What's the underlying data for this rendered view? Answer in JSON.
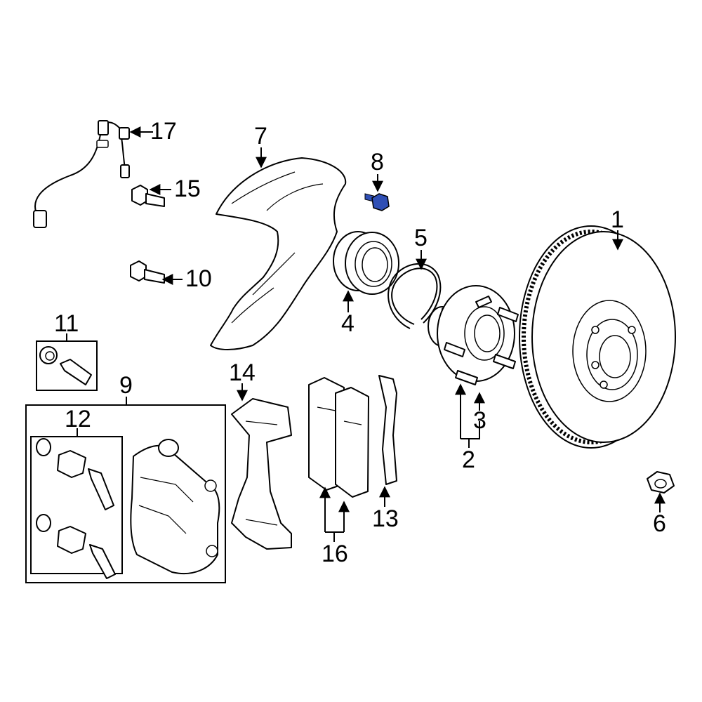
{
  "diagram": {
    "highlight_color": "#2f4fb5",
    "callouts": {
      "c1": "1",
      "c2": "2",
      "c3": "3",
      "c4": "4",
      "c5": "5",
      "c6": "6",
      "c7": "7",
      "c8": "8",
      "c9": "9",
      "c10": "10",
      "c11": "11",
      "c12": "12",
      "c13": "13",
      "c14": "14",
      "c15": "15",
      "c16": "16",
      "c17": "17"
    }
  }
}
